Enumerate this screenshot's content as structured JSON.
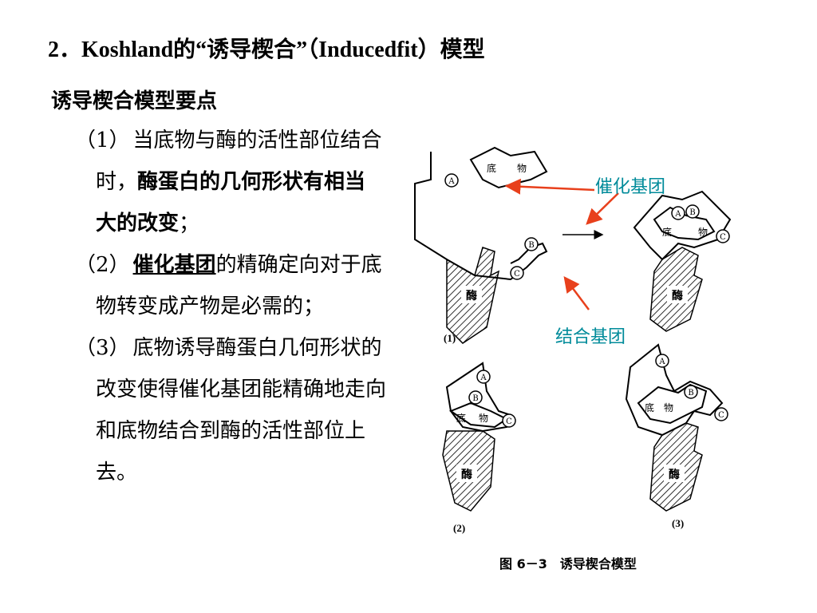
{
  "title": "2．Koshland的“诱导楔合”（Inducedfit）模型",
  "subtitle": "诱导楔合模型要点",
  "points": [
    {
      "num": "（1）",
      "pre": "当底物与酶的活性部位结合时，",
      "emph": "酶蛋白的几何形状有相当大的改变",
      "post": "；"
    },
    {
      "num": "（2）",
      "underline": "催化基团",
      "post": "的精确定向对于底物转变成产物是必需的；"
    },
    {
      "num": "（3）",
      "text": "底物诱导酶蛋白几何形状的改变使得催化基团能精确地走向和底物结合到酶的活性部位上去。"
    }
  ],
  "figure": {
    "caption": "图 6－3　诱导楔合模型",
    "callouts": {
      "catalytic": "催化基团",
      "binding": "结合基团"
    },
    "panel_labels": [
      "(1)",
      "(2)",
      "(3)"
    ],
    "site_labels": {
      "a": "A",
      "b": "B",
      "c": "C"
    },
    "substrate_chars": {
      "first": "底",
      "second": "物"
    },
    "enzyme_label": "酶",
    "arrow_color": "#e8401c"
  }
}
